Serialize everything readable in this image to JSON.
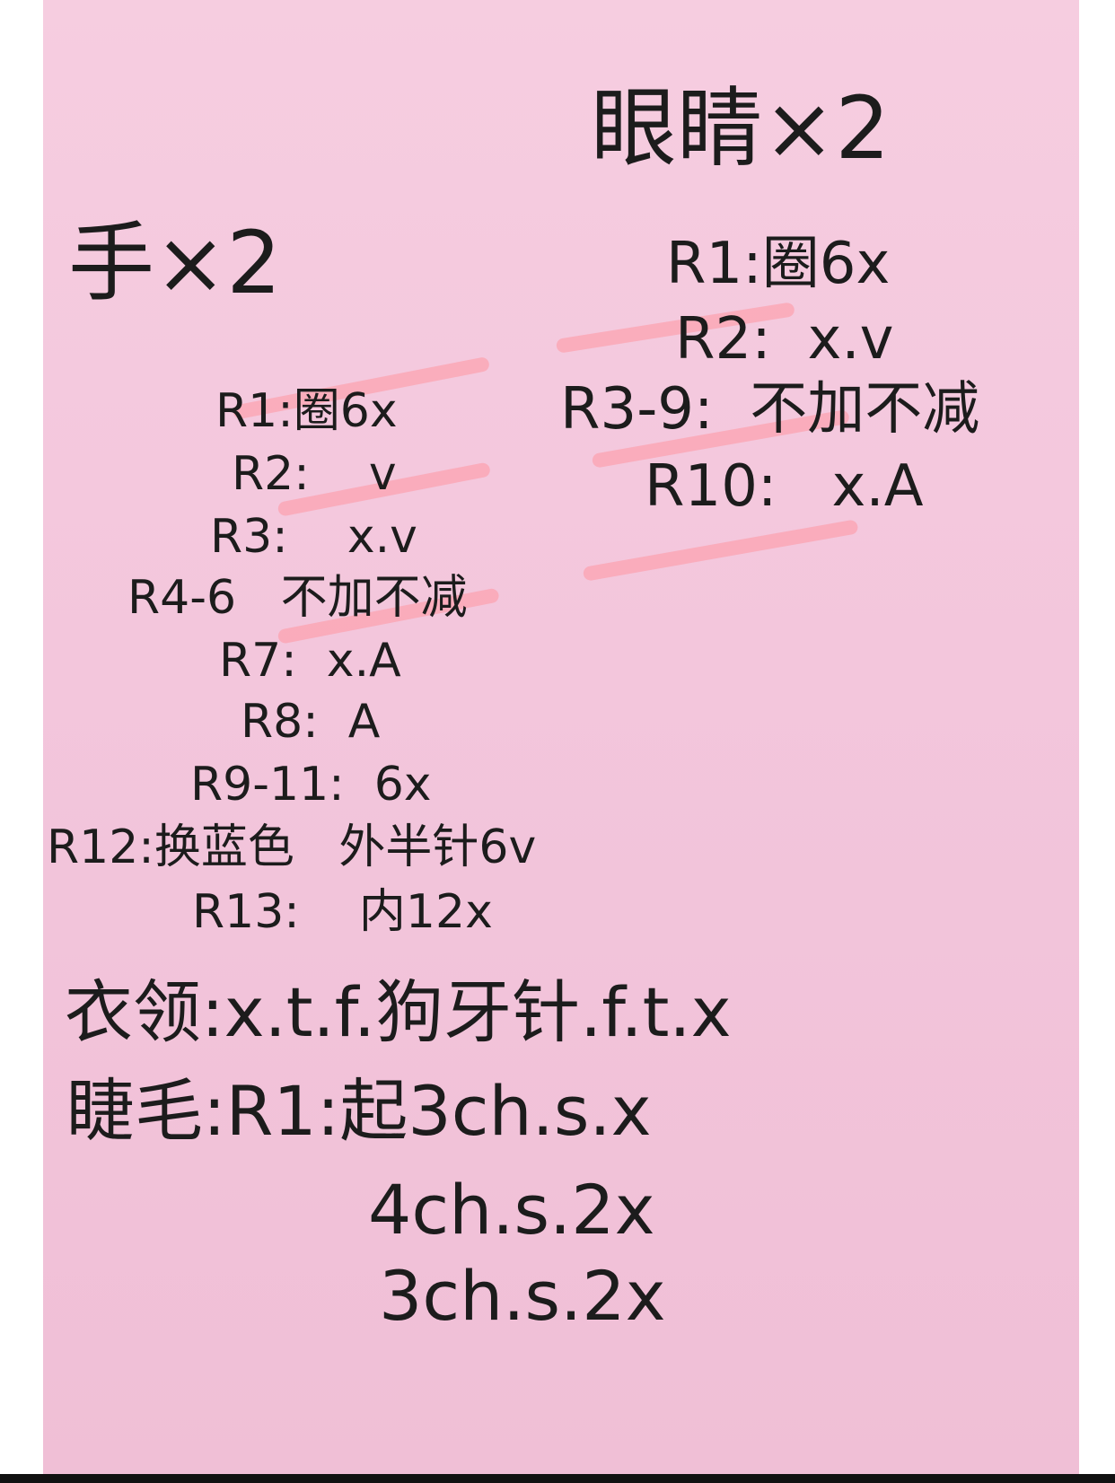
{
  "eyes": {
    "title": "眼睛×2",
    "rows": [
      "R1:圈6x",
      "R2:  x.v",
      "R3-9:  不加不减",
      "R10:   x.A"
    ]
  },
  "hands": {
    "title": "手×2",
    "rows": [
      "R1:圈6x",
      "R2:    v",
      "R3:    x.v",
      "R4-6   不加不减",
      "R7:  x.A",
      "R8:  A",
      "R9-11:  6x",
      "R12:换蓝色   外半针6v",
      "R13:    内12x"
    ]
  },
  "collar": {
    "text": "衣领:x.t.f.狗牙针.f.t.x"
  },
  "eyelashes": {
    "text": "睫毛:R1:起3ch.s.x",
    "rows": [
      "4ch.s.2x",
      "3ch.s.2x"
    ]
  },
  "colors": {
    "background": "#f3c6dc",
    "highlight": "#ff96a0",
    "text": "#1c1c1c"
  }
}
